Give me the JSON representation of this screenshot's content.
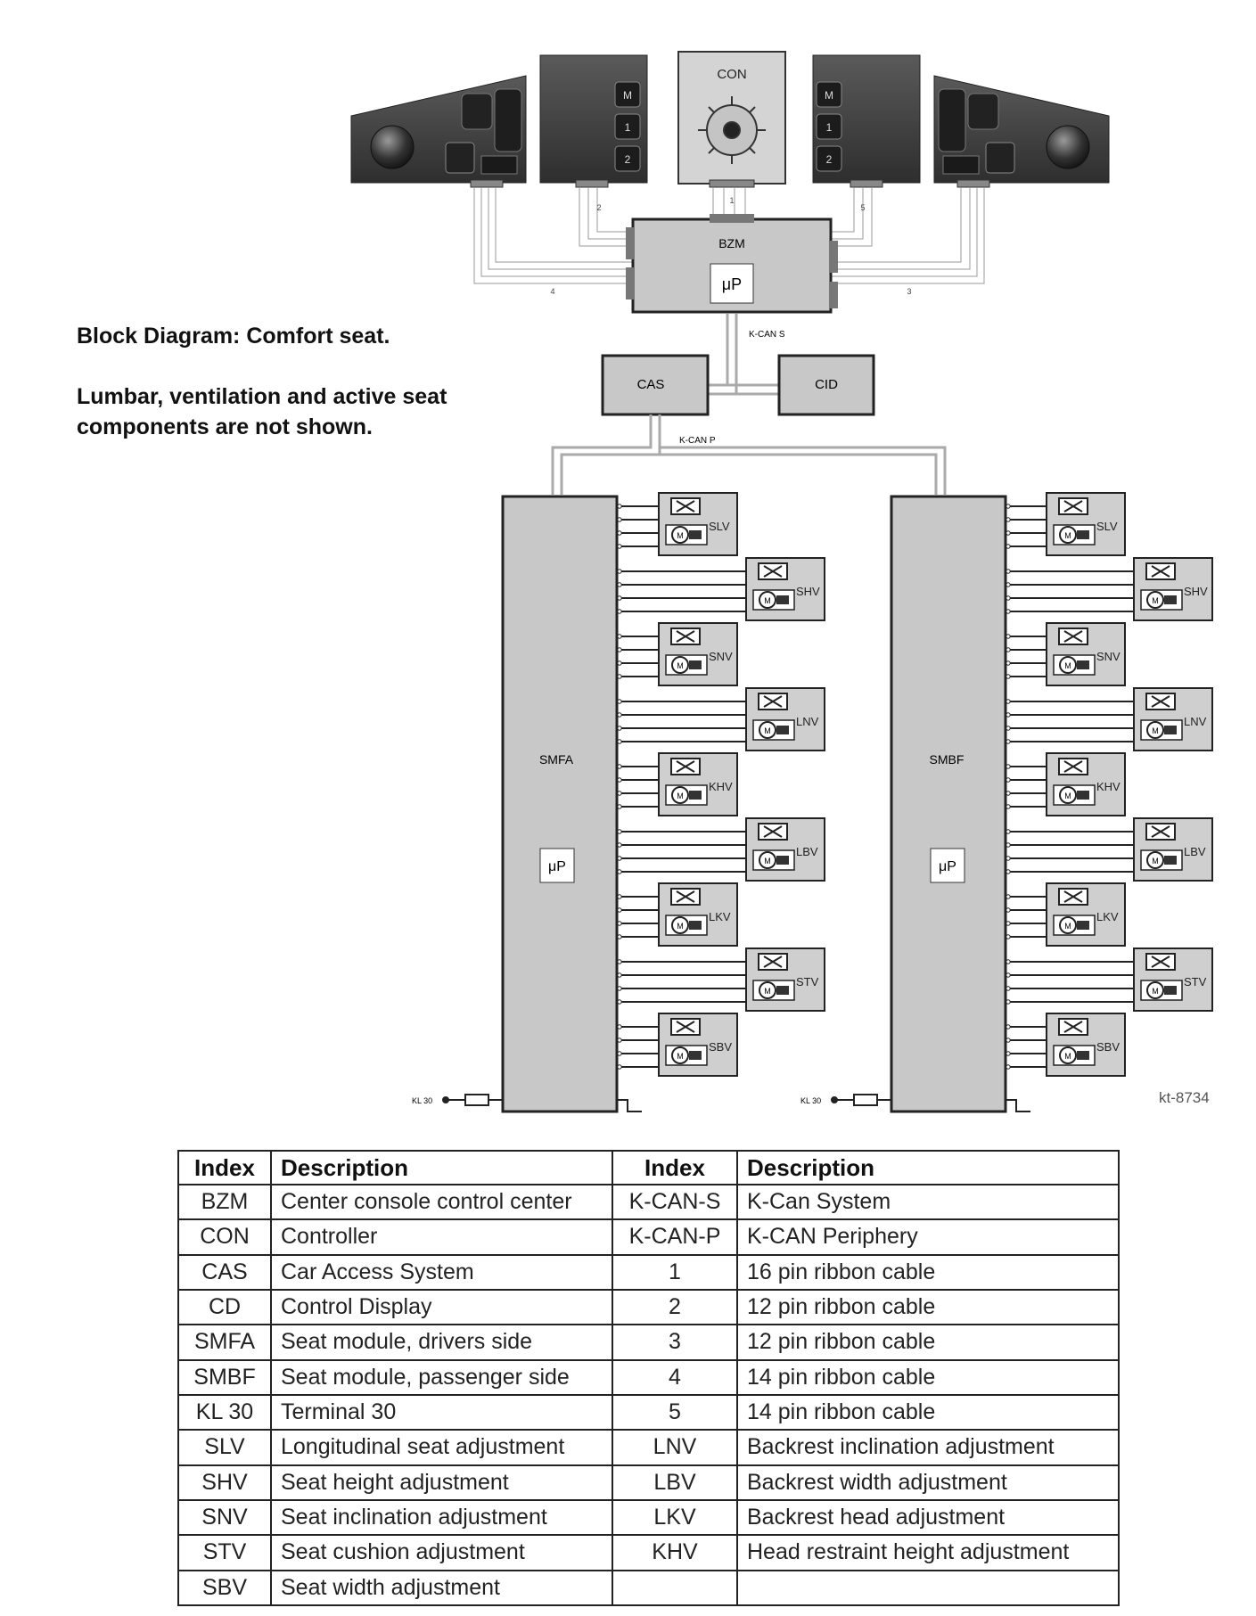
{
  "caption": {
    "title": "Block Diagram:  Comfort seat.",
    "note_line1": "Lumbar, ventilation and active seat",
    "note_line2": "components are not shown."
  },
  "diagram": {
    "con_label": "CON",
    "bzm_label": "BZM",
    "up_label": "μP",
    "kcan_s_label": "K-CAN S",
    "kcan_p_label": "K-CAN P",
    "cas_label": "CAS",
    "cd_label": "CID",
    "smfa_label": "SMFA",
    "smbf_label": "SMBF",
    "kl30_label": "KL 30",
    "image_ref": "kt-8734",
    "cable_numbers": [
      "1",
      "2",
      "3",
      "4",
      "5"
    ],
    "switch_buttons": [
      "M",
      "1",
      "2"
    ],
    "motor_letter": "M",
    "left_motors": [
      "SLV",
      "SHV",
      "SNV",
      "LNV",
      "KHV",
      "LBV",
      "LKV",
      "STV",
      "SBV"
    ],
    "right_motors": [
      "SLV",
      "SHV",
      "SNV",
      "LNV",
      "KHV",
      "LBV",
      "LKV",
      "STV",
      "SBV"
    ],
    "colors": {
      "panel_dark": "#3c3c3c",
      "module_fill": "#c8c8c8",
      "wire": "#222222"
    }
  },
  "legend": {
    "headers": [
      "Index",
      "Description",
      "Index",
      "Description"
    ],
    "rows": [
      [
        "BZM",
        "Center console control center",
        "K-CAN-S",
        "K-Can System"
      ],
      [
        "CON",
        "Controller",
        "K-CAN-P",
        "K-CAN Periphery"
      ],
      [
        "CAS",
        "Car Access System",
        "1",
        "16 pin ribbon cable"
      ],
      [
        "CD",
        "Control Display",
        "2",
        "12 pin ribbon cable"
      ],
      [
        "SMFA",
        "Seat module, drivers side",
        "3",
        "12 pin ribbon cable"
      ],
      [
        "SMBF",
        "Seat module, passenger side",
        "4",
        "14 pin ribbon cable"
      ],
      [
        "KL 30",
        "Terminal 30",
        "5",
        "14 pin ribbon cable"
      ],
      [
        "SLV",
        "Longitudinal seat adjustment",
        "LNV",
        "Backrest inclination adjustment"
      ],
      [
        "SHV",
        "Seat height adjustment",
        "LBV",
        "Backrest width adjustment"
      ],
      [
        "SNV",
        "Seat inclination adjustment",
        "LKV",
        "Backrest head adjustment"
      ],
      [
        "STV",
        "Seat cushion adjustment",
        "KHV",
        "Head restraint height adjustment"
      ],
      [
        "SBV",
        "Seat width adjustment",
        "",
        ""
      ]
    ]
  }
}
